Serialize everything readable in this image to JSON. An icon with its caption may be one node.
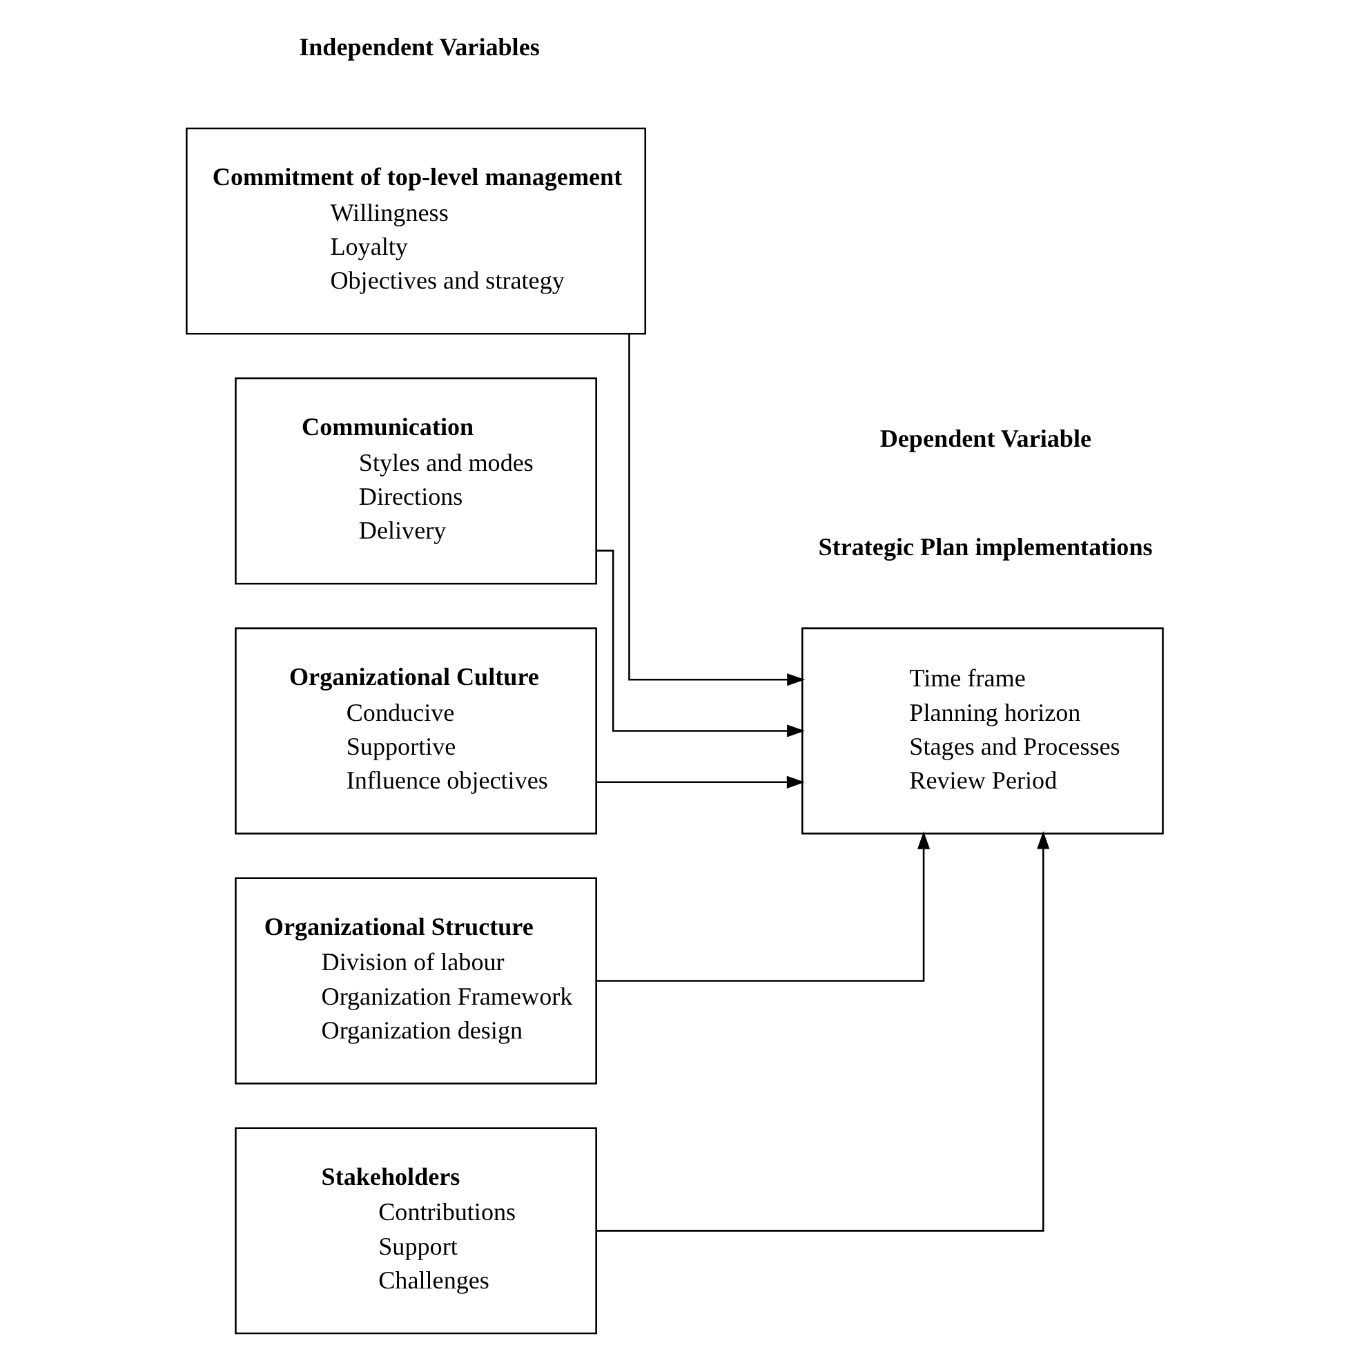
{
  "diagram": {
    "nodes": [
      {
        "text": [
          "Commitment of top-level management",
          "Willingness",
          "Loyalty",
          "Objectives and strategy"
        ]
      },
      {
        "text": [
          "Communication",
          "Styles and modes",
          "Directions",
          "Delivery"
        ]
      },
      {
        "text": [
          "Organizational Culture",
          "Conducive",
          "Supportive",
          "Influence objectives"
        ]
      },
      {
        "text": [
          "Organizational Structure",
          "Division of labour",
          "Organization Framework",
          "Organization design"
        ]
      },
      {
        "text": [
          "Time frame",
          "Planning horizon",
          "Stages and Processes",
          "Review Period"
        ]
      },
      {
        "text": [
          "Stakeholders",
          "Contributions",
          "Support",
          "Challenges"
        ]
      }
    ],
    "edges": [
      {
        "from": 0,
        "to": 4,
        "arrow": "to"
      },
      {
        "from": 1,
        "to": 4,
        "arrow": "to"
      },
      {
        "from": 2,
        "to": 4,
        "arrow": "to"
      },
      {
        "from": 3,
        "to": 4,
        "arrow": "to"
      },
      {
        "from": 5,
        "to": 4,
        "arrow": "to"
      }
    ],
    "labels": [
      "Strategic Plan implementations",
      "Independent Variables",
      "Dependent Variable"
    ]
  }
}
